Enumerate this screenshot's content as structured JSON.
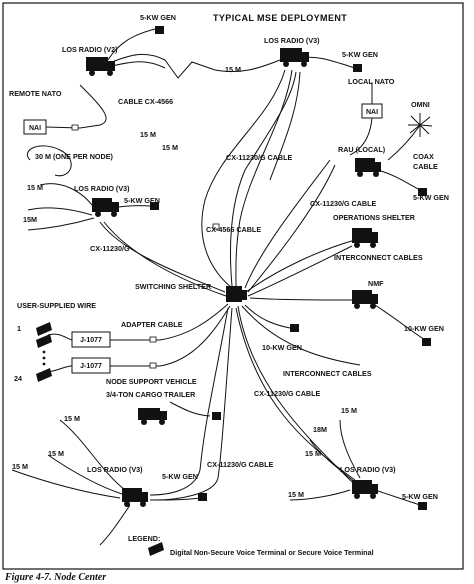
{
  "title": "TYPICAL MSE DEPLOYMENT",
  "caption": "Figure 4-7. Node Center",
  "labels": {
    "gen_top": "5-KW GEN",
    "los_v2": "LOS RADIO (V2)",
    "los_v3_top": "LOS RADIO (V3)",
    "gen_top_right": "5-KW GEN",
    "m15_top": "15 M",
    "remote_nato": "REMOTE NATO",
    "nai_left": "NAI",
    "cable_cx4566_top": "CABLE CX-4566",
    "local_nato": "LOCAL NATO",
    "nai_right": "NAI",
    "omni": "OMNI",
    "m15_a": "15 M",
    "m15_b": "15 M",
    "cable_cx11230_top": "CX-11230/G CABLE",
    "rau_local": "RAU (LOCAL)",
    "coax_cable": "COAX CABLE",
    "gen_rau": "5-KW GEN",
    "m30": "30 M (ONE PER NODE)",
    "m15_left1": "15 M",
    "los_v3_left": "LOS RADIO (V3)",
    "gen_left": "5-KW GEN",
    "m15_left2": "15M",
    "cable_cx11230_right": "CX-11230/G CABLE",
    "ops_shelter": "OPERATIONS SHELTER",
    "cable_cx4566_mid": "CX-4566 CABLE",
    "cx11230g_left": "CX-11230/G",
    "interconnect_1": "INTERCONNECT CABLES",
    "switching_shelter": "SWITCHING SHELTER",
    "nmf": "NMF",
    "user_wire": "USER-SUPPLIED WIRE",
    "num_1": "1",
    "adapter_cable": "ADAPTER CABLE",
    "j1077_a": "J-1077",
    "j1077_b": "J-1077",
    "gen_10kw_right": "10-KW GEN",
    "gen_10kw_mid": "10-KW GEN",
    "num_24": "24",
    "nsv": "NODE SUPPORT VEHICLE",
    "trailer": "3/4-TON CARGO TRAILER",
    "interconnect_2": "INTERCONNECT CABLES",
    "cable_cx11230_low": "CX-11230/G CABLE",
    "m15_bl1": "15 M",
    "m15_bl2": "15 M",
    "m15_bl3": "15 M",
    "m15_br1": "15 M",
    "m18": "18M",
    "m15_br2": "15 M",
    "los_v3_bl": "LOS RADIO (V3)",
    "gen_bl": "5-KW GEN",
    "cable_cx11230_bottom": "CX-11230/G CABLE",
    "los_v3_br": "LOS RADIO (V3)",
    "gen_br": "5-KW GEN",
    "m15_br3": "15 M",
    "legend": "LEGEND:",
    "legend_item": "Digital Non-Secure Voice Terminal or Secure Voice Terminal"
  }
}
